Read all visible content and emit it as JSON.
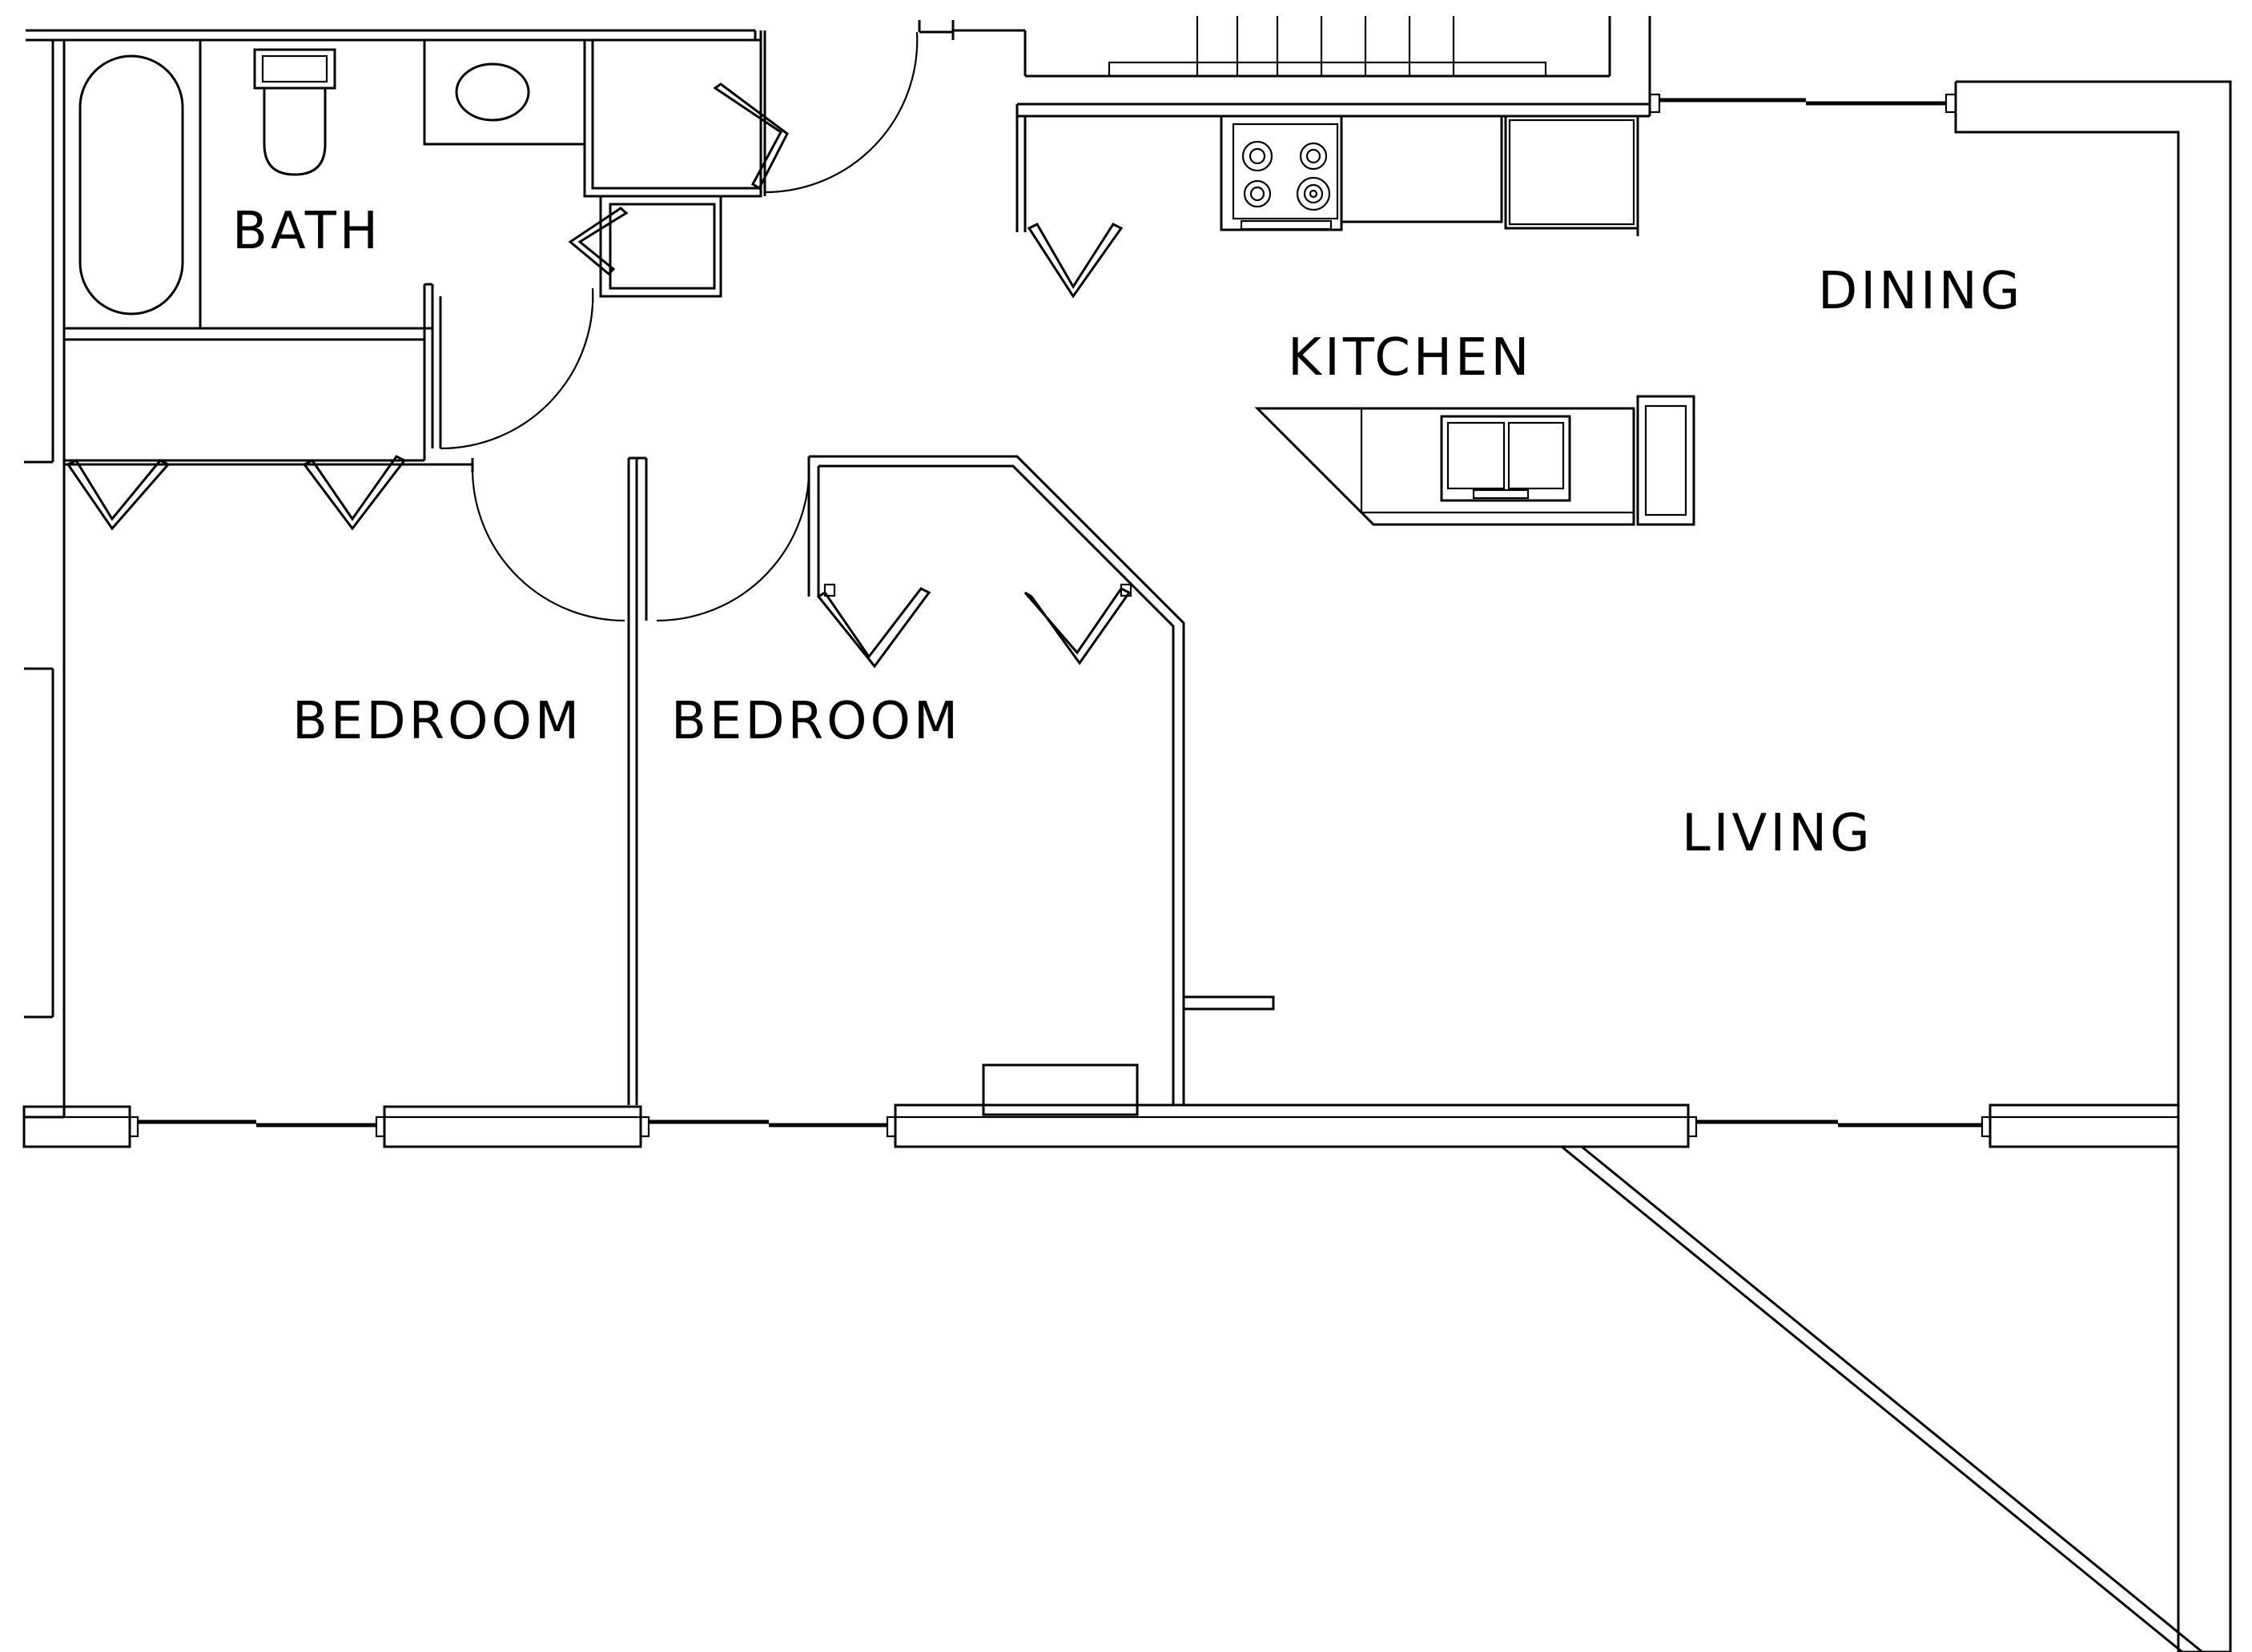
{
  "plan": {
    "rooms": {
      "bath": "BATH",
      "kitchen": "KITCHEN",
      "dining": "DINING",
      "bedroom_1": "BEDROOM",
      "bedroom_2": "BEDROOM",
      "living": "LIVING"
    }
  }
}
